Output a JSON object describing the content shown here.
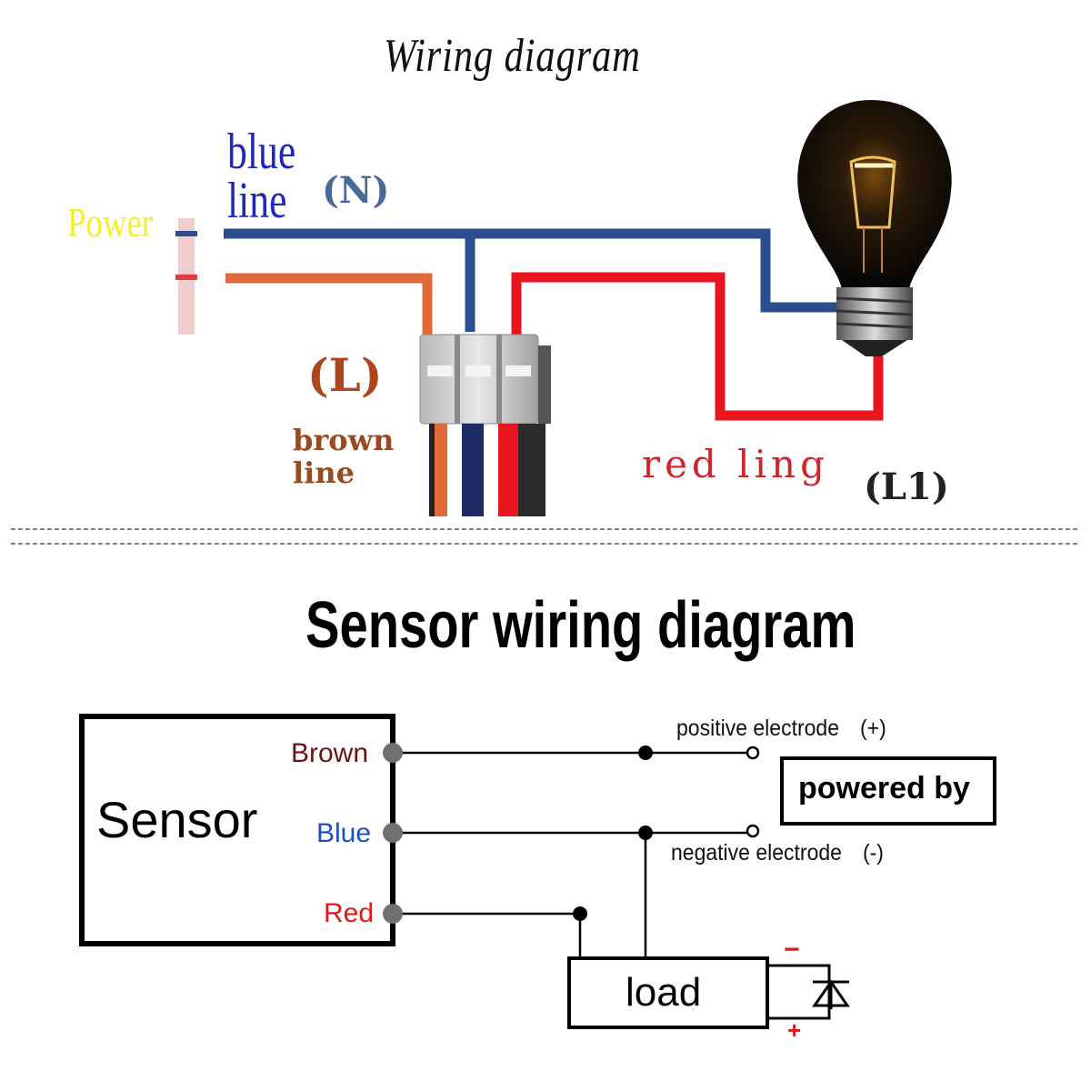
{
  "top_diagram": {
    "title": "Wiring diagram",
    "power_label": "Power",
    "blue_line_label_1": "blue",
    "blue_line_label_2": "line",
    "neutral_label": "(N)",
    "live_label": "(L)",
    "brown_line_label_1": "brown",
    "brown_line_label_2": "line",
    "red_line_label": "red ling",
    "l1_label": "(L1)"
  },
  "bottom_diagram": {
    "title": "Sensor wiring diagram",
    "sensor_label": "Sensor",
    "terminals": {
      "brown": "Brown",
      "blue": "Blue",
      "red": "Red"
    },
    "positive_label": "positive electrode　(+)",
    "negative_label": "negative electrode　(-)",
    "power_box_label": "powered by",
    "load_label": "load",
    "minus_sign": "−",
    "plus_sign": "+"
  },
  "colors": {
    "blue_wire": "#2b4f8c",
    "brown_wire": "#e06a3a",
    "red_wire": "#e8141e",
    "power_text": "#f5ef2a",
    "terminal_dot": "#707070"
  },
  "icons": [
    "light-bulb-icon",
    "terminal-block-icon",
    "diode-icon"
  ]
}
